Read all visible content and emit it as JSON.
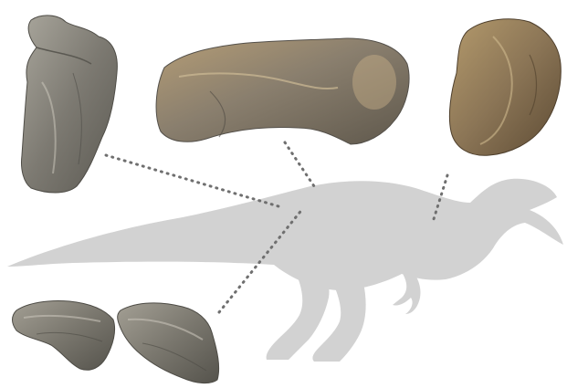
{
  "figure": {
    "background": "#ffffff",
    "silhouette_color": "#d2d2d2",
    "connector_color": "#6f6f6f",
    "connector_style": "dotted",
    "silhouette": "spinosaurid-dinosaur-silhouette",
    "bones": [
      {
        "id": "vertebra-fragment-left",
        "colors": [
          "#7d7a72",
          "#a9a69c",
          "#5b5952"
        ]
      },
      {
        "id": "vertebra-centrum-top",
        "colors": [
          "#8a7f6e",
          "#b59d76",
          "#5f584c"
        ]
      },
      {
        "id": "bone-fragment-right",
        "colors": [
          "#8b7556",
          "#b49a6c",
          "#5d4b34"
        ]
      },
      {
        "id": "bone-fragment-bottom-left",
        "colors": [
          "#7a776e",
          "#a39f94",
          "#55534c"
        ]
      },
      {
        "id": "bone-fragment-bottom-middle",
        "colors": [
          "#7b776e",
          "#a29d92",
          "#56534b"
        ]
      }
    ]
  }
}
